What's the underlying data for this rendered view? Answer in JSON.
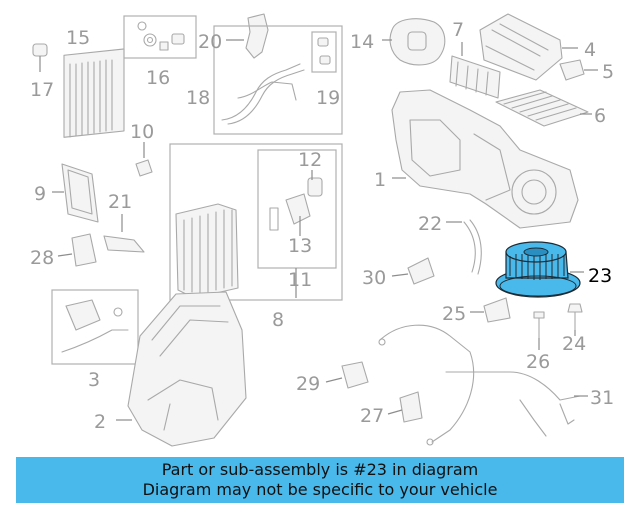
{
  "callouts": [
    {
      "id": "c1",
      "text": "1"
    },
    {
      "id": "c2",
      "text": "2"
    },
    {
      "id": "c3",
      "text": "3"
    },
    {
      "id": "c4",
      "text": "4"
    },
    {
      "id": "c5",
      "text": "5"
    },
    {
      "id": "c6",
      "text": "6"
    },
    {
      "id": "c7",
      "text": "7"
    },
    {
      "id": "c8",
      "text": "8"
    },
    {
      "id": "c9",
      "text": "9"
    },
    {
      "id": "c10",
      "text": "10"
    },
    {
      "id": "c11",
      "text": "11"
    },
    {
      "id": "c12",
      "text": "12"
    },
    {
      "id": "c13",
      "text": "13"
    },
    {
      "id": "c14",
      "text": "14"
    },
    {
      "id": "c15",
      "text": "15"
    },
    {
      "id": "c16",
      "text": "16"
    },
    {
      "id": "c17",
      "text": "17"
    },
    {
      "id": "c18",
      "text": "18"
    },
    {
      "id": "c19",
      "text": "19"
    },
    {
      "id": "c20",
      "text": "20"
    },
    {
      "id": "c21",
      "text": "21"
    },
    {
      "id": "c22",
      "text": "22"
    },
    {
      "id": "c23",
      "text": "23"
    },
    {
      "id": "c24",
      "text": "24"
    },
    {
      "id": "c25",
      "text": "25"
    },
    {
      "id": "c26",
      "text": "26"
    },
    {
      "id": "c27",
      "text": "27"
    },
    {
      "id": "c28",
      "text": "28"
    },
    {
      "id": "c29",
      "text": "29"
    },
    {
      "id": "c30",
      "text": "30"
    },
    {
      "id": "c31",
      "text": "31"
    }
  ],
  "highlight": {
    "part_number": "23",
    "color": "#49b8ea"
  },
  "banner": {
    "line1": "Part or sub-assembly is #23 in diagram",
    "line2": "Diagram may not be specific to your vehicle",
    "background": "#49b8ea"
  }
}
